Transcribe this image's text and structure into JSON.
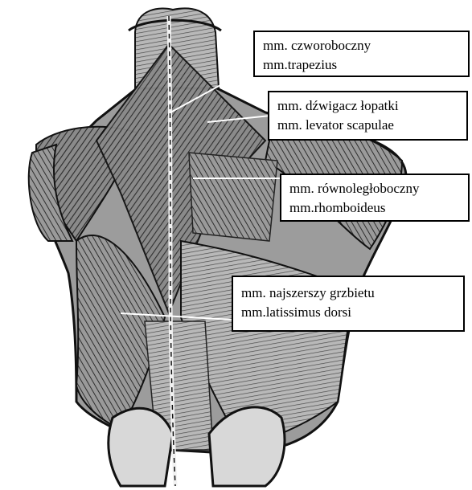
{
  "labels": [
    {
      "polish": "mm. czworoboczny",
      "latin": "mm.trapezius"
    },
    {
      "polish": "mm. dźwigacz łopatki",
      "latin": "mm. levator scapulae"
    },
    {
      "polish": "mm. równoległoboczny",
      "latin": "mm.rhomboideus"
    },
    {
      "polish": "mm. najszerszy grzbietu",
      "latin": "mm.latissimus dorsi"
    }
  ],
  "colors": {
    "ink": "#000000",
    "paper": "#ffffff",
    "muscle_shade": "#3a3a3a"
  }
}
